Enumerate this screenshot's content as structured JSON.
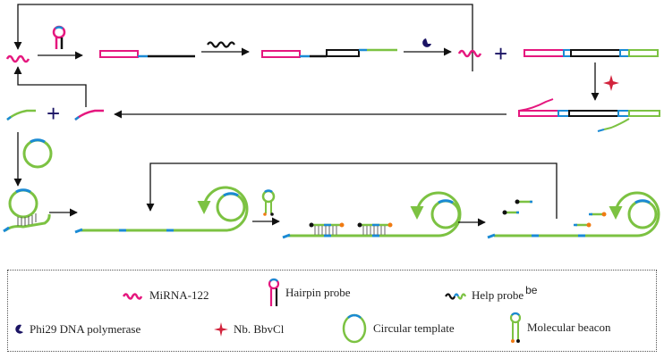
{
  "colors": {
    "mirna": "#e5177e",
    "blue": "#1a8ad4",
    "green": "#7cc242",
    "black": "#111111",
    "enzyme_navy": "#1b1464",
    "nicking_red": "#d2233c",
    "fluor_orange": "#f07a12"
  },
  "diagram": {
    "operators": {
      "plus_1": "+",
      "plus_2": "+"
    }
  },
  "legend": {
    "items": [
      {
        "icon": "mirna-wave-icon",
        "label": "MiRNA-122"
      },
      {
        "icon": "hairpin-probe-icon",
        "label": "Hairpin probe"
      },
      {
        "icon": "help-probe-icon",
        "label": "Help probe",
        "suffix": "be"
      },
      {
        "icon": "phi29-polymerase-icon",
        "label": "Phi29 DNA polymerase"
      },
      {
        "icon": "nicking-enzyme-star-icon",
        "label": "Nb. BbvCl"
      },
      {
        "icon": "circular-template-icon",
        "label": "Circular  template"
      },
      {
        "icon": "molecular-beacon-icon",
        "label": "Molecular beacon"
      }
    ]
  }
}
